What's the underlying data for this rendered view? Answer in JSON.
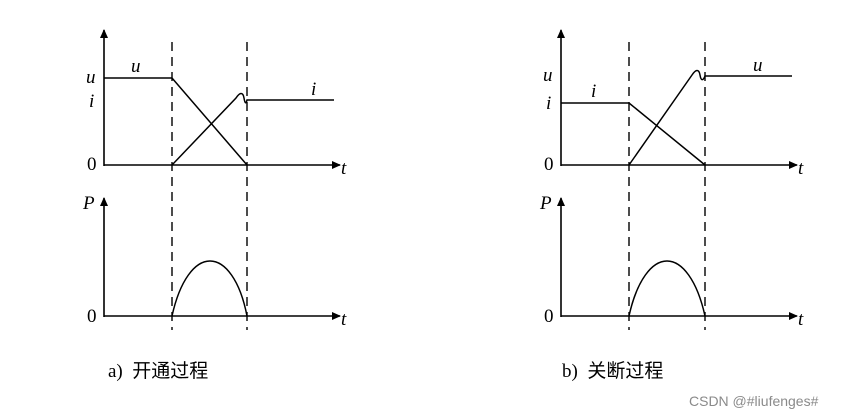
{
  "figure": {
    "panels": [
      {
        "id": "a",
        "caption_letter": "a)",
        "caption_text": "开通过程",
        "top_plot": {
          "y_labels": {
            "u": "u",
            "i": "i",
            "zero": "0"
          },
          "x_label": "t",
          "curve_labels": {
            "first": "u",
            "second": "i"
          }
        },
        "bottom_plot": {
          "y_label": "P",
          "zero": "0",
          "x_label": "t"
        }
      },
      {
        "id": "b",
        "caption_letter": "b)",
        "caption_text": "关断过程",
        "top_plot": {
          "y_labels": {
            "u": "u",
            "i": "i",
            "zero": "0"
          },
          "x_label": "t",
          "curve_labels": {
            "first": "i",
            "second": "u"
          }
        },
        "bottom_plot": {
          "y_label": "P",
          "zero": "0",
          "x_label": "t"
        }
      }
    ]
  },
  "watermark": "CSDN @#liufenges#"
}
